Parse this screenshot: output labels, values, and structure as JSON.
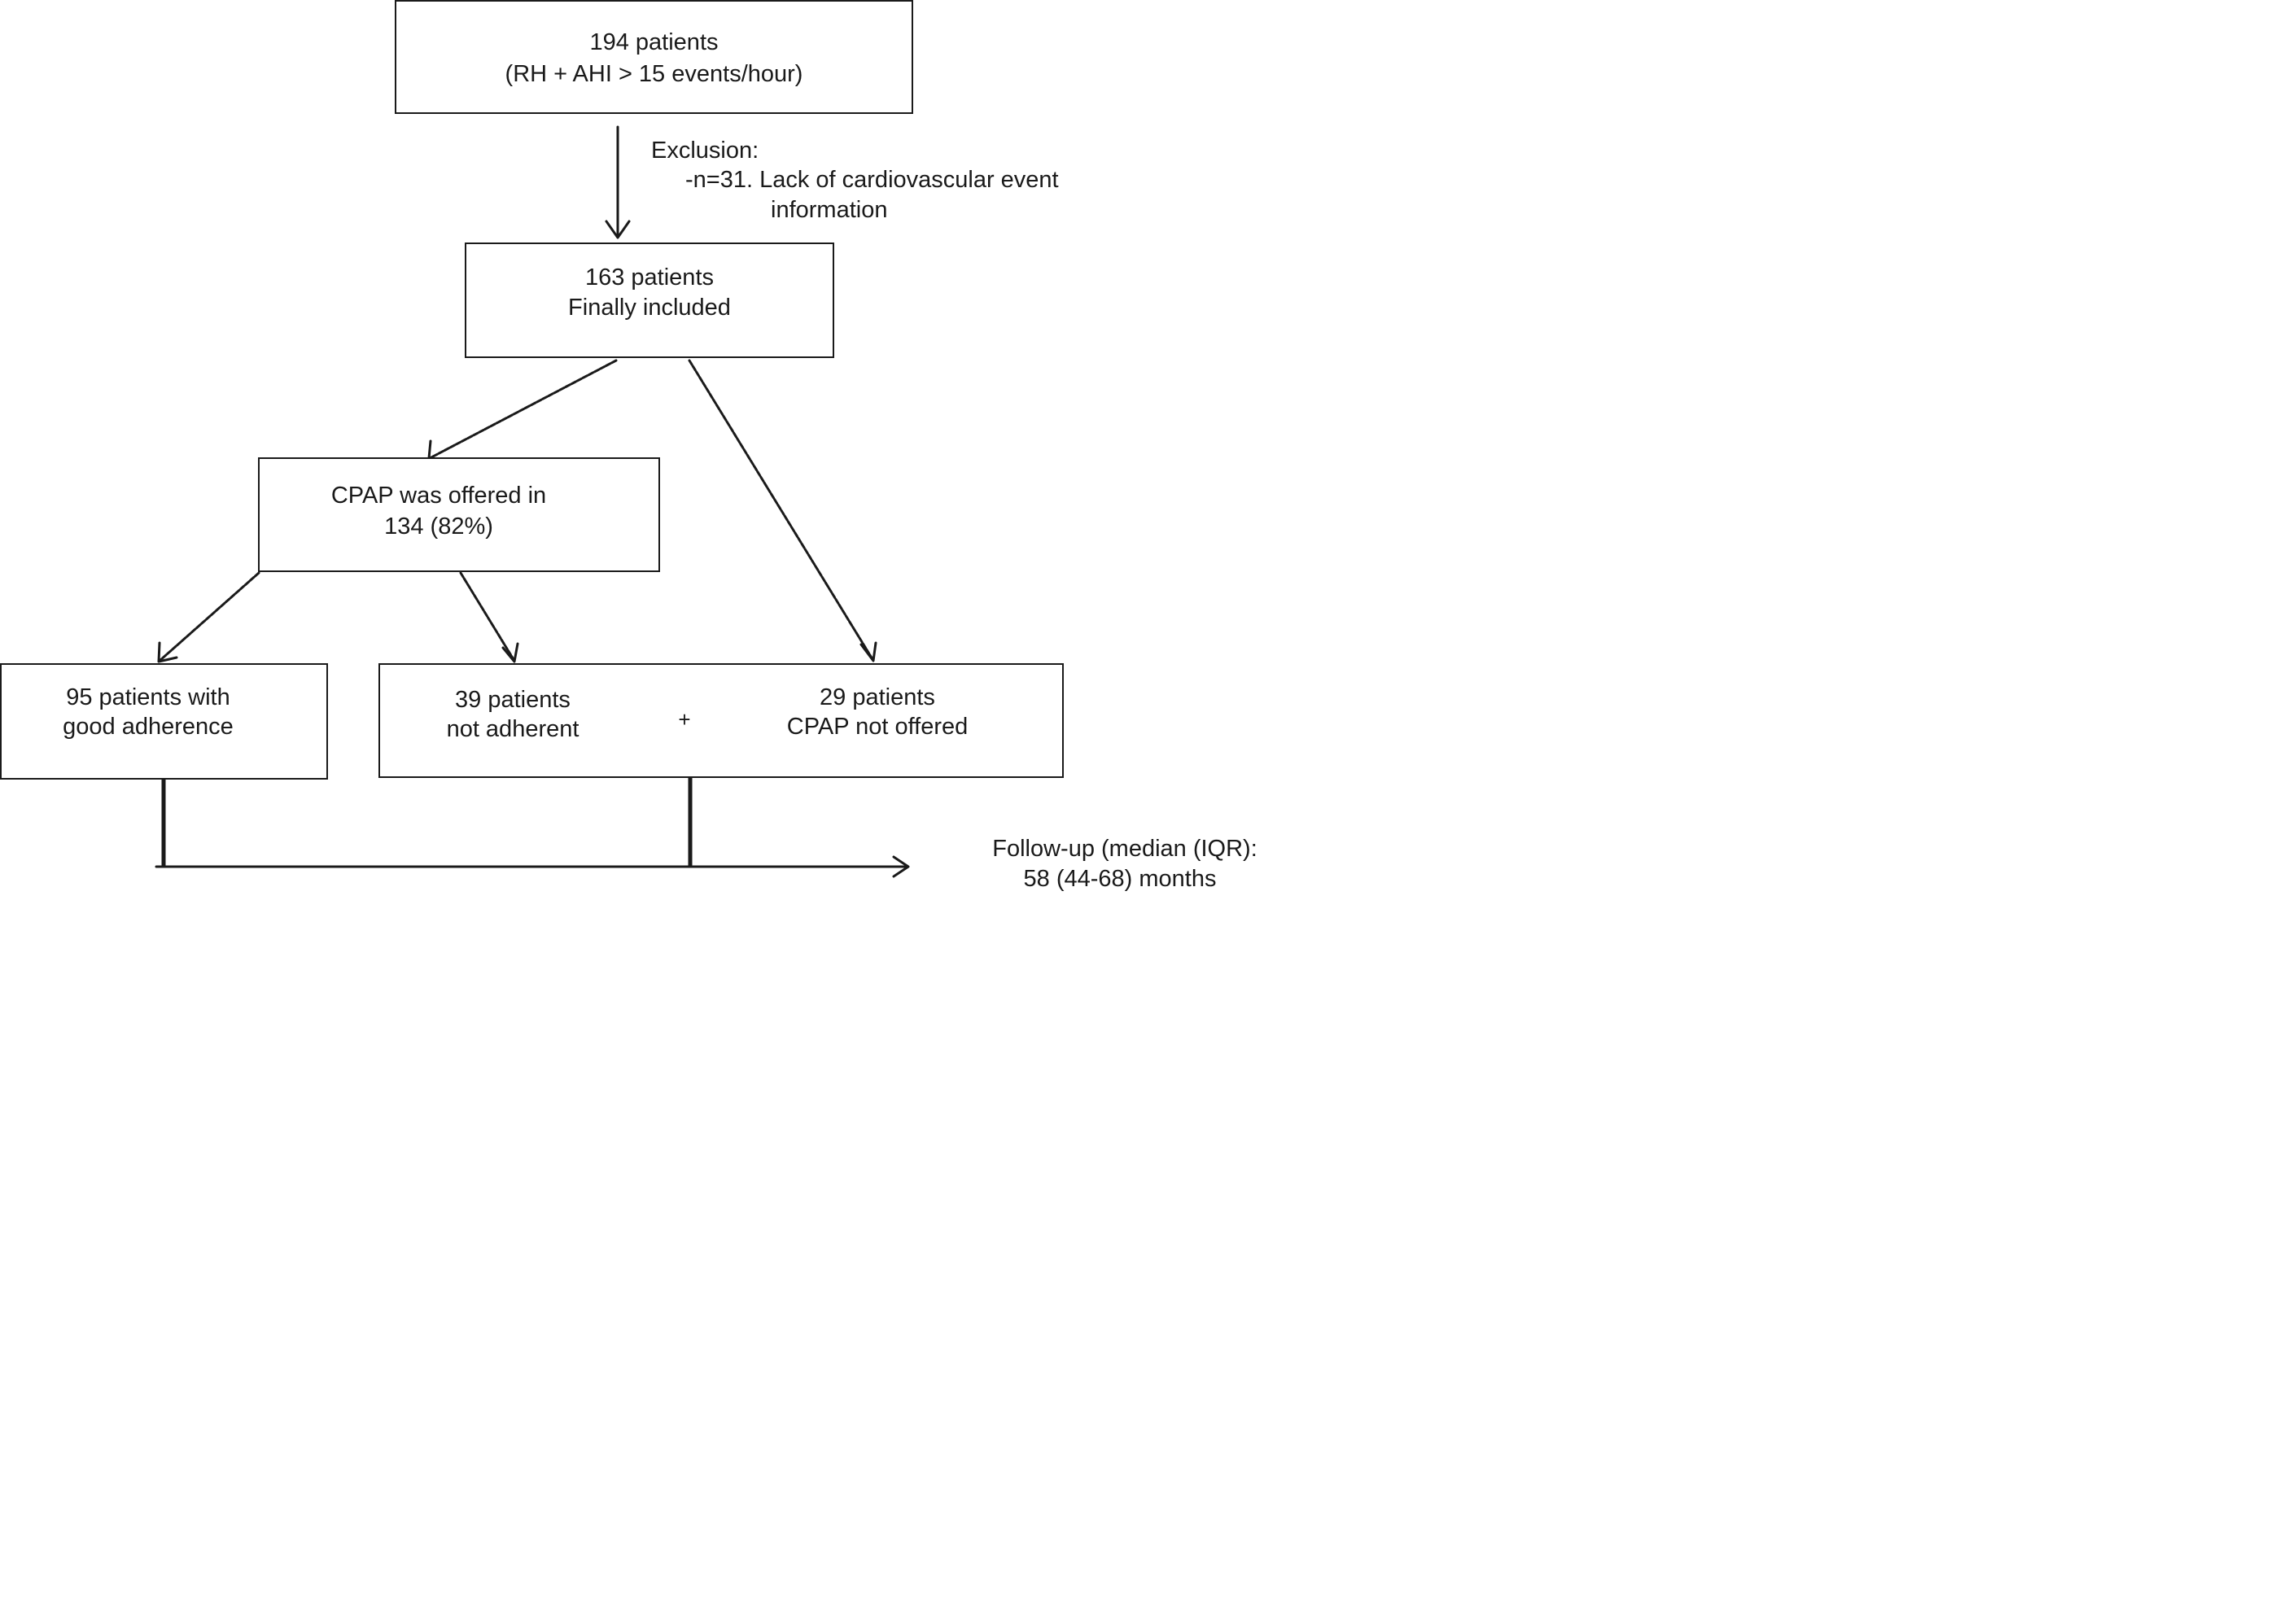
{
  "top_box": {
    "line1": "194 patients",
    "line2": "(RH + AHI > 15 events/hour)"
  },
  "exclusion": {
    "heading": "Exclusion:",
    "line1": "-n=31. Lack of cardiovascular event",
    "line2": "information"
  },
  "included_box": {
    "line1": "163 patients",
    "line2": "Finally included"
  },
  "cpap_box": {
    "line1": "CPAP was offered in",
    "line2": "134 (82%)"
  },
  "good_adherence_box": {
    "line1": "95 patients with",
    "line2": "good adherence"
  },
  "not_adherent": {
    "line1": "39 patients",
    "line2": "not adherent"
  },
  "plus": "+",
  "not_offered": {
    "line1": "29 patients",
    "line2": "CPAP not offered"
  },
  "follow_up": {
    "line1": "Follow-up (median (IQR):",
    "line2": "58 (44-68) months"
  }
}
